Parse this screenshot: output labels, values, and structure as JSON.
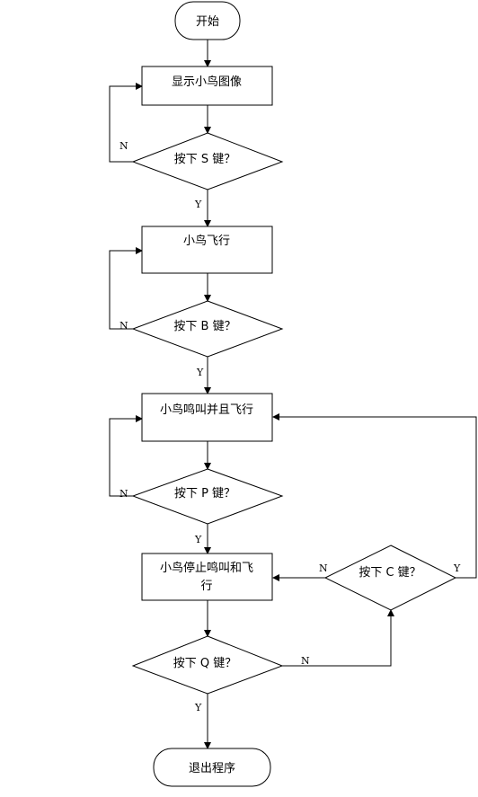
{
  "nodes": {
    "start": "开始",
    "show_bird": "显示小鸟图像",
    "press_s": "按下 S 键？",
    "bird_fly": "小鸟飞行",
    "press_b": "按下 B 键？",
    "chirp_fly": "小鸟鸣叫并且飞行",
    "press_p": "按下 P 键？",
    "stop_line1": "小鸟停止鸣叫和飞",
    "stop_line2": "行",
    "press_c": "按下 C 键？",
    "press_q": "按下 Q 键？",
    "exit": "退出程序"
  },
  "labels": {
    "yes": "Y",
    "no": "N"
  }
}
